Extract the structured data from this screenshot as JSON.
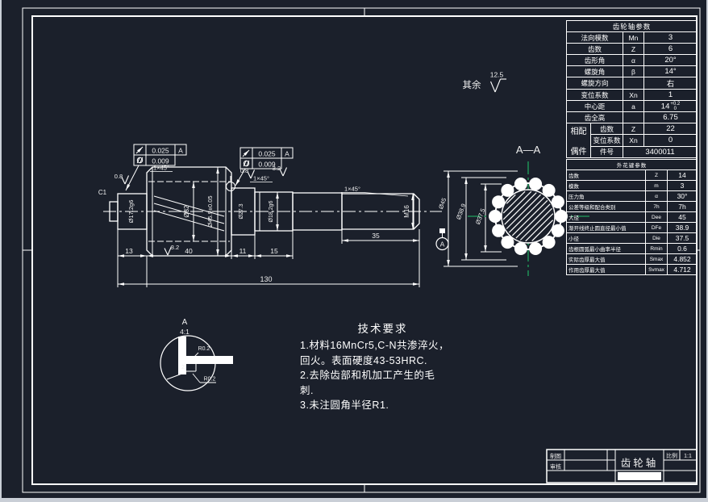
{
  "colors": {
    "background": "#1b202b",
    "line": "#ffffff",
    "centerline_green": "#1f8b55",
    "edge_gray": "#c9ced6"
  },
  "general_note": {
    "prefix": "其余",
    "roughness": "12.5"
  },
  "gear_table": {
    "title": "齿轮轴参数",
    "rows": [
      {
        "name": "法向模数",
        "sym": "Mn",
        "val": "3"
      },
      {
        "name": "齿数",
        "sym": "Z",
        "val": "6"
      },
      {
        "name": "齿形角",
        "sym": "α",
        "val": "20°"
      },
      {
        "name": "螺旋角",
        "sym": "β",
        "val": "14°"
      },
      {
        "name": "螺旋方向",
        "sym": "",
        "val": "右"
      },
      {
        "name": "变位系数",
        "sym": "Xn",
        "val": "1"
      },
      {
        "name": "中心距",
        "sym": "a",
        "val": "14",
        "sup": "+0.2",
        "sub": "0"
      },
      {
        "name": "齿全高",
        "sym": "",
        "val": "6.75"
      }
    ],
    "mate_top": "相配",
    "mate_bottom": "偶件",
    "mate_rows": [
      {
        "name": "齿数",
        "sym": "Z",
        "val": "22"
      },
      {
        "name": "变位系数",
        "sym": "Xn",
        "val": "0"
      },
      {
        "name": "件号",
        "sym": "",
        "val": "3400011"
      }
    ]
  },
  "spline_table": {
    "title": "外花键参数",
    "rows": [
      {
        "name": "齿数",
        "sym": "Z",
        "val": "14"
      },
      {
        "name": "模数",
        "sym": "m",
        "val": "3"
      },
      {
        "name": "压力角",
        "sym": "α",
        "val": "30°"
      },
      {
        "name": "公差等级和配合类别",
        "sym": "7h",
        "val": "7h"
      },
      {
        "name": "大径",
        "sym": "Dee",
        "val": "45"
      },
      {
        "name": "渐开线终止圆直径最小值",
        "sym": "DFe",
        "val": "38.9"
      },
      {
        "name": "小径",
        "sym": "Die",
        "val": "37.5"
      },
      {
        "name": "齿根圆弧最小曲率半径",
        "sym": "Rmin",
        "val": "0.6"
      },
      {
        "name": "实际齿厚最大值",
        "sym": "Smax",
        "val": "4.852"
      },
      {
        "name": "作用齿厚最大值",
        "sym": "Svmax",
        "val": "4.712"
      }
    ]
  },
  "tech": {
    "title": "技术要求",
    "lines": [
      "1.材料16MnCr5,C-N共渗淬火，",
      "回火。表面硬度43-53HRC.",
      "2.去除齿部和机加工产生的毛",
      "刺.",
      "3.未注圆角半径R1."
    ]
  },
  "title_block": {
    "draw_label": "制图",
    "check_label": "审核",
    "part_name": "齿轮轴",
    "scale_label": "比例",
    "scale_value": "1:1"
  },
  "section": {
    "title": "A—A",
    "dia_outer": "Ø45",
    "dia_form": "Ø38.9",
    "dia_minor": "Ø37.5",
    "datum": "A"
  },
  "detail": {
    "label": "A",
    "scale": "4:1",
    "radius1": "R0.2",
    "radius2": "R0.2",
    "width": "2"
  },
  "labels": {
    "c1": "C1",
    "dia_stub": "Ø17.2g6",
    "dia_gear_inner": "Ø32",
    "dia_gear": "Ø45.9±0.05",
    "dia_collar": "Ø27.3",
    "dia_spline_seat": "Ø18.2g6",
    "thread": "M16",
    "chamfer": "1×45°",
    "rough_fine": "0.8",
    "rough_mid": "3.2",
    "fcf_runout": "0.025",
    "fcf_datum": "A",
    "fcf_cyl": "0.009",
    "dim_13": "13",
    "dim_40": "40",
    "dim_11": "11",
    "dim_15": "15",
    "dim_35": "35",
    "dim_130": "130"
  }
}
